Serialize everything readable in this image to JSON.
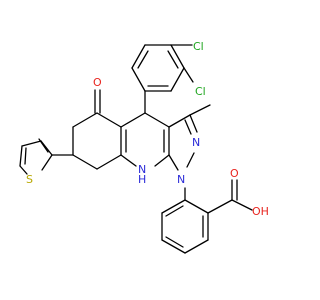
{
  "molecule": {
    "atom_labels": {
      "chlorine_top": "Cl",
      "chlorine_side": "Cl",
      "ketone_oxygen": "O",
      "pyrazole_n2": "N",
      "pyrazole_n1": "N",
      "amine_n": "N",
      "amine_h": "H",
      "thiophene_s": "S",
      "carboxyl_o": "O",
      "hydroxyl_oh": "OH"
    },
    "colors": {
      "bond": "#000000",
      "chlorine": "#1fa51f",
      "oxygen": "#e8251f",
      "nitrogen": "#2b2bd8",
      "sulfur": "#b8a800"
    }
  }
}
